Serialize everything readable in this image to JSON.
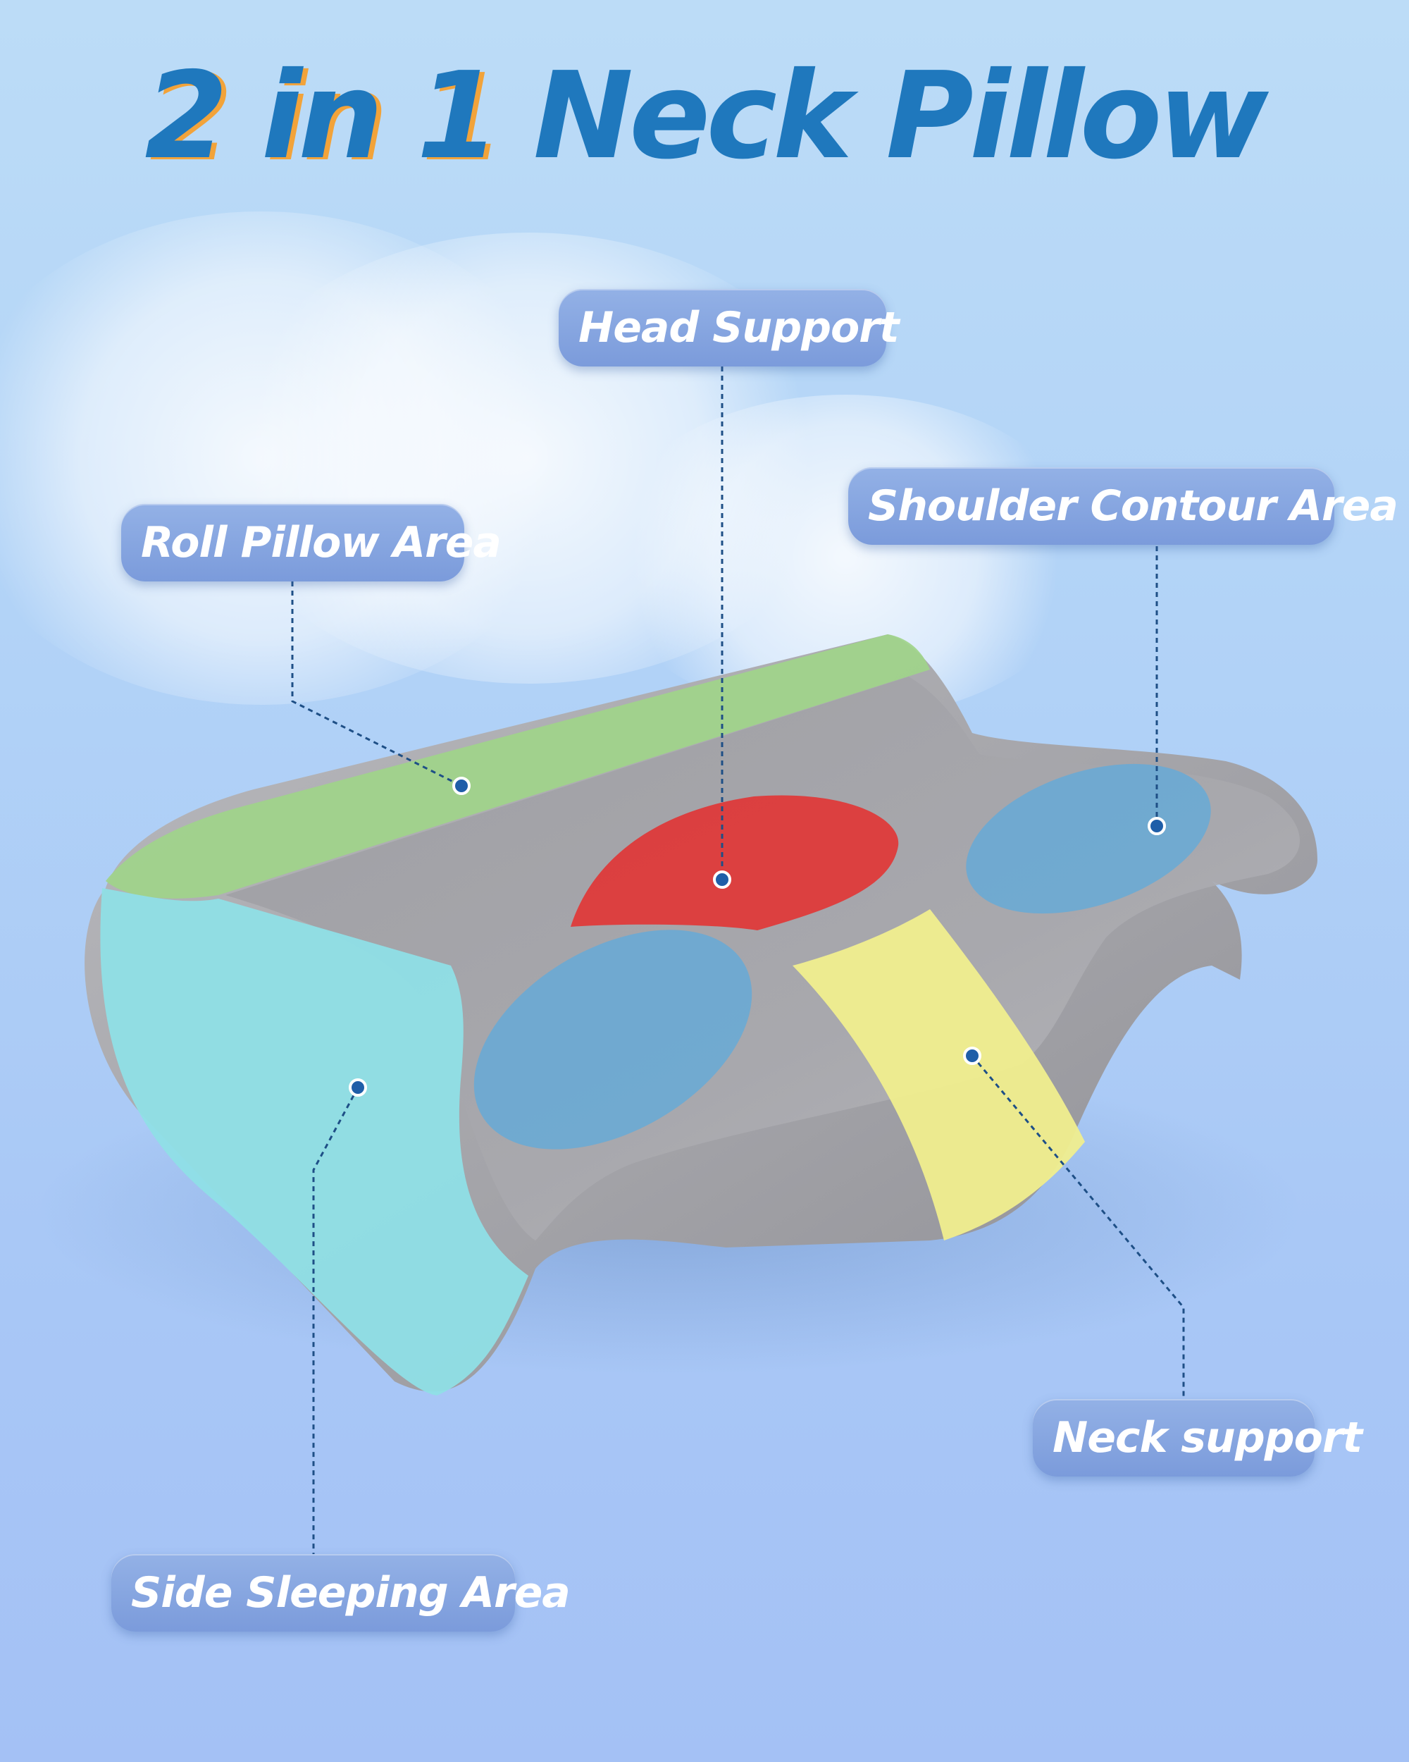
{
  "headline": {
    "part_number": "2 in 1",
    "part_text": "Neck Pillow"
  },
  "callouts": {
    "head_support": "Head Support",
    "roll_pillow_area": "Roll Pillow Area",
    "shoulder_contour_area": "Shoulder Contour Area",
    "neck_support": "Neck support",
    "side_sleeping_area": "Side Sleeping Area"
  },
  "colors": {
    "title_blue": "#1f78bd",
    "title_accent_orange": "#f2a33a",
    "label_bg": "#86a5e0",
    "pillow_gray": "#a9a9ad",
    "roll_zone_green": "#9fd48a",
    "head_zone_red": "#de3a3a",
    "shoulder_zone_blue": "#6aaad4",
    "neck_zone_yellow": "#f0ee8e",
    "side_zone_cyan": "#8fdfe6",
    "leader_line": "#1e4f86"
  }
}
